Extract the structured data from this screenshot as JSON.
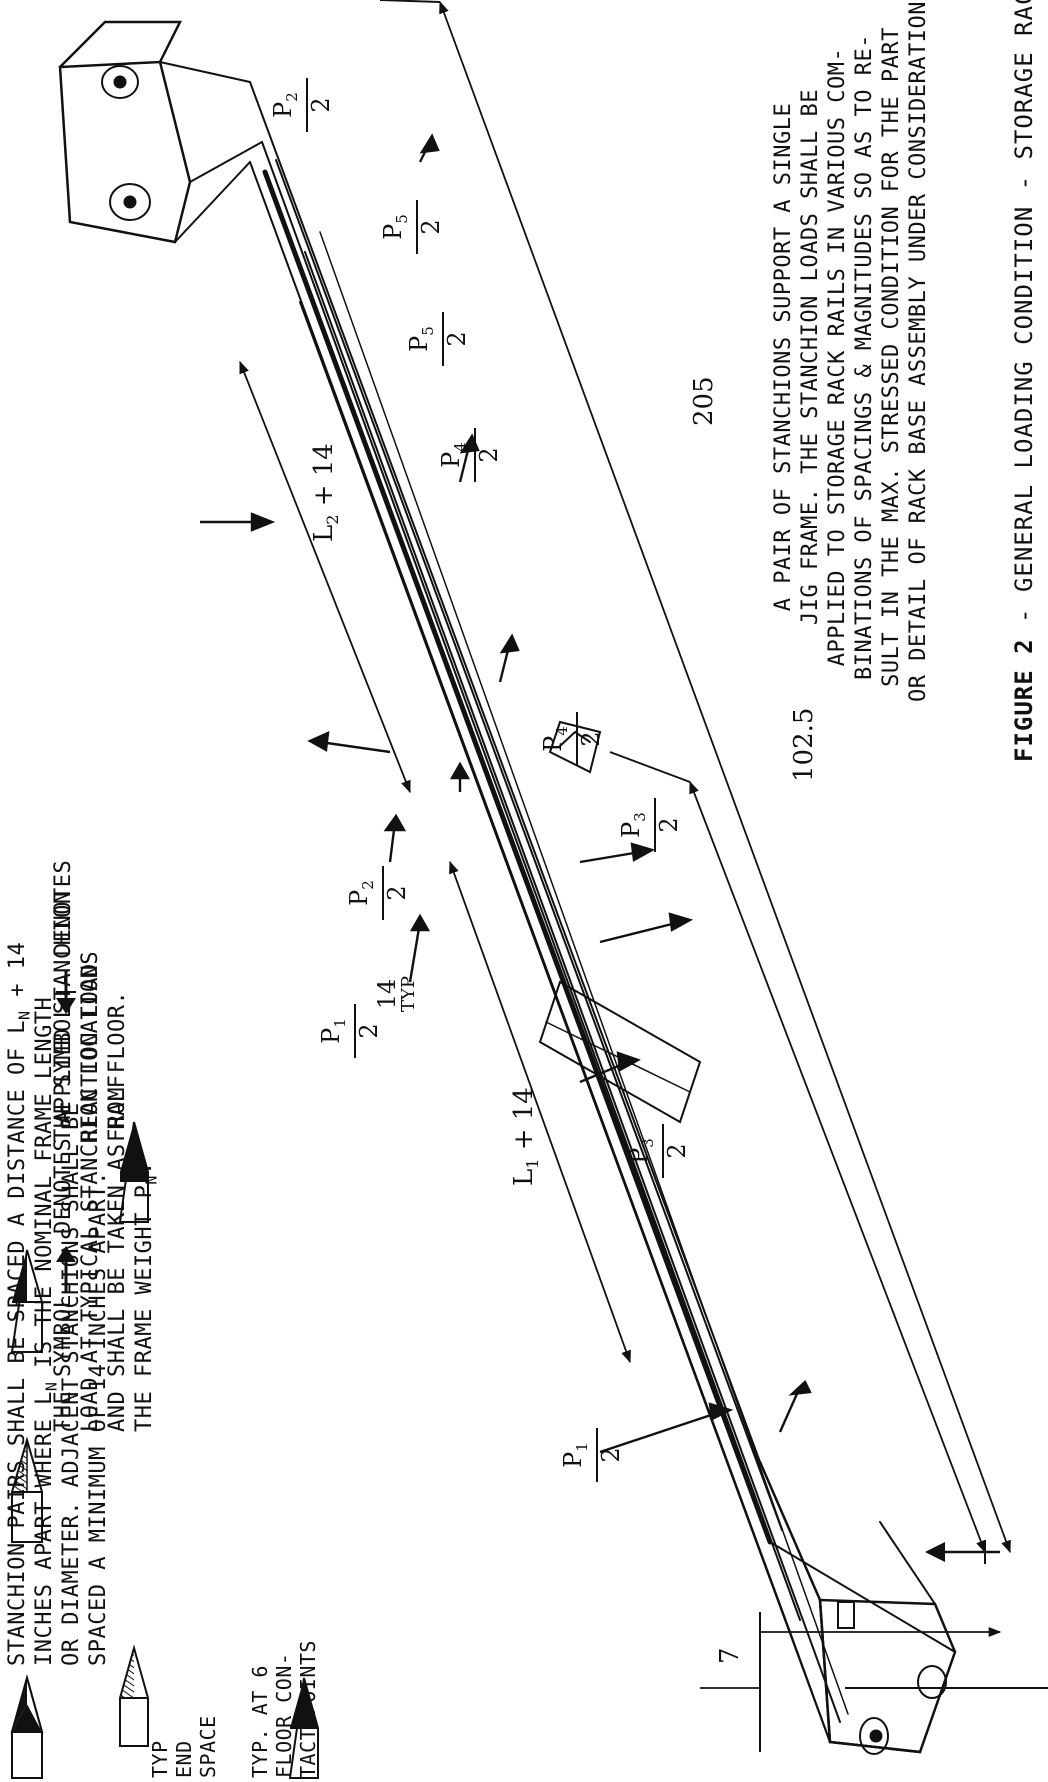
{
  "notes": {
    "note1": {
      "lines": [
        "STANCHION PAIRS SHALL BE SPACED A DISTANCE OF L",
        "INCHES APART WHERE L",
        "OR DIAMETER.  ADJACENT STANCHIONS SHALL BE",
        "SPACED A MINIMUM OF 14 INCHES APART."
      ],
      "line1_sub": "N",
      "line1_tail": " + 14",
      "line2_sub": "N",
      "line2_tail": " IS THE NOMINAL FRAME LENGTH"
    },
    "note2": {
      "lines": [
        "THE SYMBOL",
        "DENOTES APPLIED STANCHION",
        "LOAD AT TYPICAL STANCHION LOCATIONS",
        "AND SHALL BE TAKEN AS HALF",
        "THE FRAME WEIGHT P"
      ],
      "tail_sub": "N",
      "tail": "."
    },
    "note3": {
      "lines": [
        "THE SYMBOL",
        "DENOTES",
        "REACTION LOAD",
        "FROM FLOOR."
      ]
    },
    "note4": {
      "lines": [
        "TYP. AT 6",
        "FLOOR CON-",
        "TACT POINTS"
      ]
    },
    "end_space": {
      "lines": [
        "TYP",
        "END",
        "SPACE"
      ]
    },
    "description": {
      "lines": [
        "A PAIR OF STANCHIONS SUPPORT A SINGLE",
        "JIG FRAME.  THE STANCHION LOADS SHALL BE",
        "APPLIED TO STORAGE RACK RAILS IN VARIOUS COM-",
        "BINATIONS OF SPACINGS & MAGNITUDES SO AS TO RE-",
        "SULT IN THE MAX. STRESSED CONDITION FOR THE PART",
        "OR DETAIL OF RACK BASE ASSEMBLY UNDER CONSIDERATION."
      ]
    }
  },
  "caption": {
    "figure": "FIGURE 2",
    "separator": " - ",
    "text": "GENERAL LOADING CONDITION - STORAGE RACK ASSEMBLY"
  },
  "dimensions": {
    "end_space_value": "7",
    "overall_length": "205",
    "half_length": "102.5",
    "spacing_1": "L",
    "spacing_1_sub": "1",
    "spacing_1_tail": " + 14",
    "spacing_2": "L",
    "spacing_2_sub": "2",
    "spacing_2_tail": " + 14",
    "min_spacing": "14",
    "min_spacing_note": "TYP"
  },
  "loads": [
    {
      "id": "p1a",
      "num": "P",
      "sub": "1",
      "den": "2"
    },
    {
      "id": "p1b",
      "num": "P",
      "sub": "1",
      "den": "2"
    },
    {
      "id": "p2a",
      "num": "P",
      "sub": "2",
      "den": "2"
    },
    {
      "id": "p2b",
      "num": "P",
      "sub": "2",
      "den": "2"
    },
    {
      "id": "p3a",
      "num": "P",
      "sub": "3",
      "den": "2"
    },
    {
      "id": "p3b",
      "num": "P",
      "sub": "3",
      "den": "2"
    },
    {
      "id": "p4a",
      "num": "P",
      "sub": "4",
      "den": "2"
    },
    {
      "id": "p4b",
      "num": "P",
      "sub": "4",
      "den": "2"
    },
    {
      "id": "p5a",
      "num": "P",
      "sub": "5",
      "den": "2"
    },
    {
      "id": "p5b",
      "num": "P",
      "sub": "5",
      "den": "2"
    }
  ]
}
